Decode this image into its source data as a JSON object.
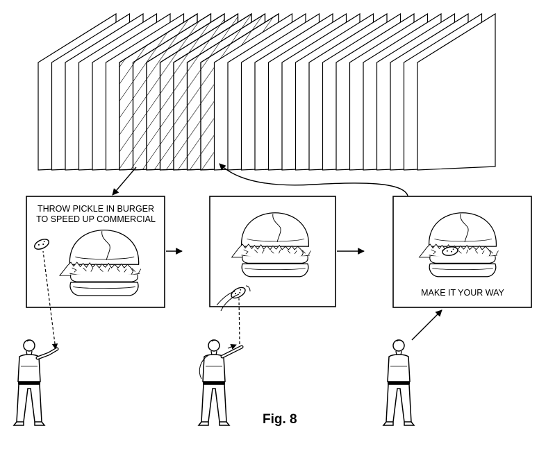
{
  "panels": [
    {
      "id": "panel-1",
      "caption_lines": [
        "THROW PICKLE IN BURGER",
        "TO SPEED UP COMMERCIAL"
      ]
    },
    {
      "id": "panel-2",
      "caption_lines": []
    },
    {
      "id": "panel-3",
      "caption_lines": [
        "MAKE IT YOUR WAY"
      ]
    }
  ],
  "frames": {
    "count": 29,
    "hatched_indices": [
      6,
      7,
      8,
      9,
      10,
      11,
      12
    ]
  },
  "figure_label": "Fig. 8",
  "colors": {
    "line": "#000000",
    "background": "#ffffff"
  }
}
